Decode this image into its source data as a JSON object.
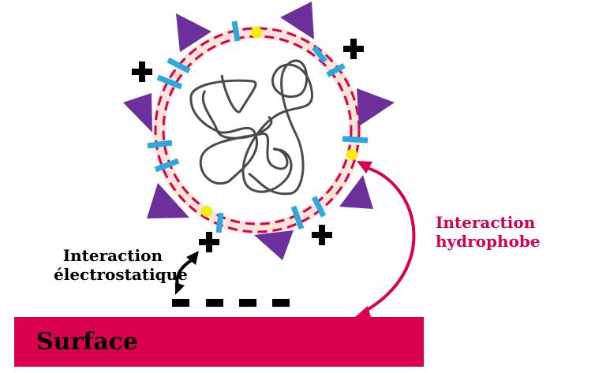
{
  "labels": {
    "electrostatic": [
      "Interaction",
      "électrostatique"
    ],
    "hydrophobic": [
      "Interaction",
      "hydrophobe"
    ],
    "surface": "Surface"
  },
  "colors": {
    "surface": "#d9004f",
    "membrane": "#fbe5d8",
    "dash": "#d9004f",
    "ligand": "#2aa8e0",
    "triangle": "#6d2f9c",
    "dot": "#f5f000",
    "coil": "#4a4a4a",
    "text": "#000000",
    "hydrophobic_text": "#d9004f"
  }
}
